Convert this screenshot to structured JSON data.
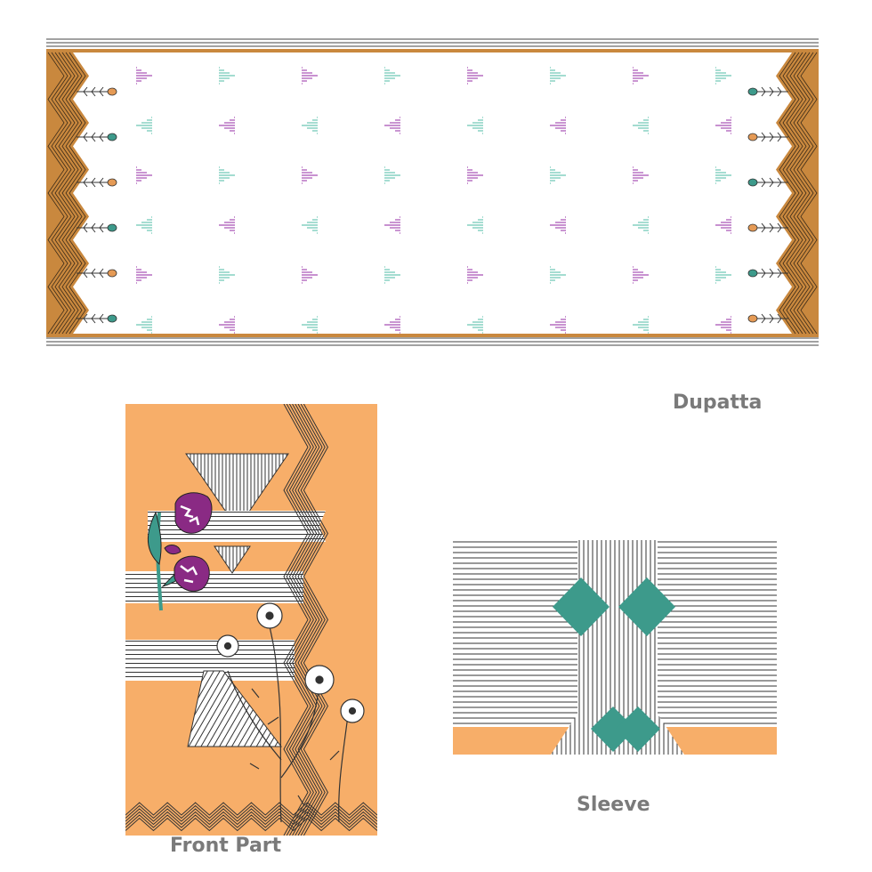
{
  "labels": {
    "dupatta": "Dupatta",
    "front": "Front Part",
    "sleeve": "Sleeve"
  },
  "colors": {
    "orange": "#f7ae69",
    "border_brown": "#c9883e",
    "teal": "#3d9a8b",
    "teal_light": "#6cc6b4",
    "purple": "#a64fb3",
    "violet_flower": "#8a2a84",
    "line": "#333333",
    "label_gray": "#7a7a7a"
  },
  "dupatta": {
    "motif": "striped-triangle",
    "rows": 6,
    "columns": 8,
    "border_flowers_per_side": 6
  },
  "front_part": {
    "motifs": [
      "zigzag-band",
      "striped-triangle",
      "striped-band",
      "tulip-flower",
      "poppy-flower"
    ]
  },
  "sleeve": {
    "motifs": [
      "striped-field",
      "teal-diamond",
      "orange-band"
    ],
    "diamond_count": 4
  }
}
